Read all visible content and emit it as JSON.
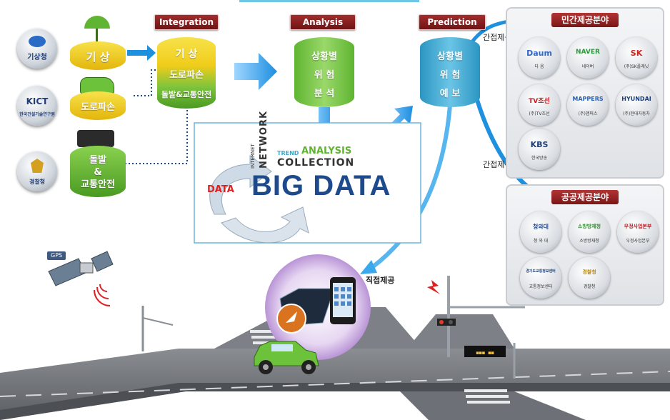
{
  "phases": {
    "integration": "Integration",
    "analysis": "Analysis",
    "prediction": "Prediction"
  },
  "sources": [
    {
      "org": "기상청",
      "data": "기 상"
    },
    {
      "org": "KICT",
      "org_sub": "한국건설기술연구원",
      "data": "도로파손"
    },
    {
      "org": "경찰청",
      "data": "돌발\n&\n교통안전"
    }
  ],
  "integration_layers": [
    "기 상",
    "도로파손",
    "돌발&교통안전"
  ],
  "analysis_lines": [
    "상황별",
    "위 험",
    "분 석"
  ],
  "prediction_lines": [
    "상황별",
    "위 험",
    "예 보"
  ],
  "bigdata": {
    "internet": "INTERNET",
    "network": "NETWORK",
    "trend": "TREND",
    "analysis": "ANALYSIS",
    "collection": "COLLECTION",
    "data": "DATA",
    "big_data": "BIG DATA"
  },
  "edge_labels": {
    "indirect_private": "간접제공",
    "indirect_public": "간접제공",
    "direct": "직접제공"
  },
  "private_panel": {
    "title": "민간제공분야",
    "orgs": [
      {
        "logo": "Daum",
        "label": "다 음",
        "color": "#2f66c9"
      },
      {
        "logo": "NAVER",
        "label": "네이버",
        "color": "#2a9a3c"
      },
      {
        "logo": "SK",
        "label": "(주)SK플래닛",
        "color": "#d1231f"
      },
      {
        "logo": "TV조선",
        "label": "(주)TV조선",
        "color": "#c4161c"
      },
      {
        "logo": "MAPPERS",
        "label": "(주)맵퍼스",
        "color": "#2a5fb0"
      },
      {
        "logo": "HYUNDAI",
        "label": "(주)현대자동차",
        "color": "#1c3f7a"
      },
      {
        "logo": "KBS",
        "label": "한국방송",
        "color": "#1c3f7a"
      }
    ]
  },
  "public_panel": {
    "title": "공공제공분야",
    "orgs": [
      {
        "logo": "청와대",
        "label": "청 와 대",
        "color": "#2a4c8f"
      },
      {
        "logo": "소방방재청",
        "label": "소방방재청",
        "color": "#3a8a3a"
      },
      {
        "logo": "우정사업본부",
        "label": "우정사업본부",
        "color": "#c4161c"
      },
      {
        "logo": "경기도교통정보센터",
        "label": "교통정보센터",
        "color": "#1c3f7a"
      },
      {
        "logo": "경찰청",
        "label": "경찰청",
        "color": "#b8860b"
      }
    ]
  },
  "road": {
    "gps": "GPS"
  },
  "colors": {
    "accent_red": "#8b1d1d",
    "arrow_blue": "#1e90e0",
    "yellow": "#f0cc1a",
    "green": "#5fb531",
    "teal": "#3ea6c8"
  }
}
